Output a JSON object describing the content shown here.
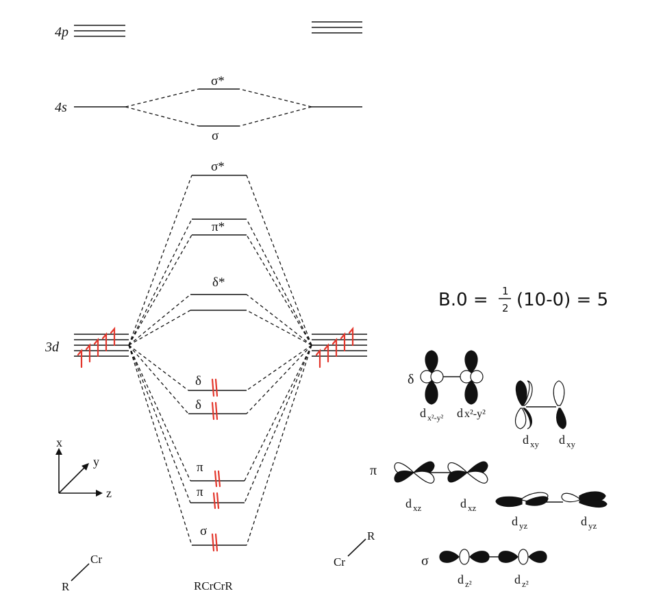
{
  "colors": {
    "lines": "#111111",
    "electrons": "#e3362b",
    "background": "#ffffff"
  },
  "labels": {
    "left_4p": "4p",
    "left_4s": "4s",
    "left_3d": "3d",
    "sigma_star_4s": "σ*",
    "sigma_4s": "σ",
    "sigma_star": "σ*",
    "pi_star": "π*",
    "delta_star": "δ*",
    "delta_1": "δ",
    "delta_2": "δ",
    "pi_1": "π",
    "pi_2": "π",
    "sigma": "σ",
    "molecule": "RCrCrR"
  },
  "bond_order": {
    "text": "B.0 = 1/2 (10-0) = 5",
    "prefix": "B.0 =",
    "numerator": "1",
    "denominator": "2",
    "expression": "(10-0) = 5"
  },
  "axes": {
    "x": "x",
    "y": "y",
    "z": "z"
  },
  "fragments": {
    "left_r": "R",
    "left_cr": "Cr",
    "right_cr": "Cr",
    "right_r": "R"
  },
  "orbital_figures": {
    "delta_symbol": "δ",
    "pi_symbol": "π",
    "sigma_symbol": "σ",
    "dx2y2_a": "d",
    "dx2y2_a_sub": "x²-y²",
    "dx2y2_b": "d",
    "dx2y2_b_sub": "x²-y²",
    "dxy_a": "d",
    "dxy_a_sub": "xy",
    "dxy_b": "d",
    "dxy_b_sub": "xy",
    "dxz_a": "d",
    "dxz_a_sub": "xz",
    "dxz_b": "d",
    "dxz_b_sub": "xz",
    "dyz_a": "d",
    "dyz_a_sub": "yz",
    "dyz_b": "d",
    "dyz_b_sub": "yz",
    "dz2_a": "d",
    "dz2_a_sub": "z²",
    "dz2_b": "d",
    "dz2_b_sub": "z²"
  },
  "electron_counts": {
    "left_3d_unpaired": 5,
    "right_3d_unpaired": 5,
    "bonding_pairs": 5,
    "antibonding_electrons": 0
  }
}
